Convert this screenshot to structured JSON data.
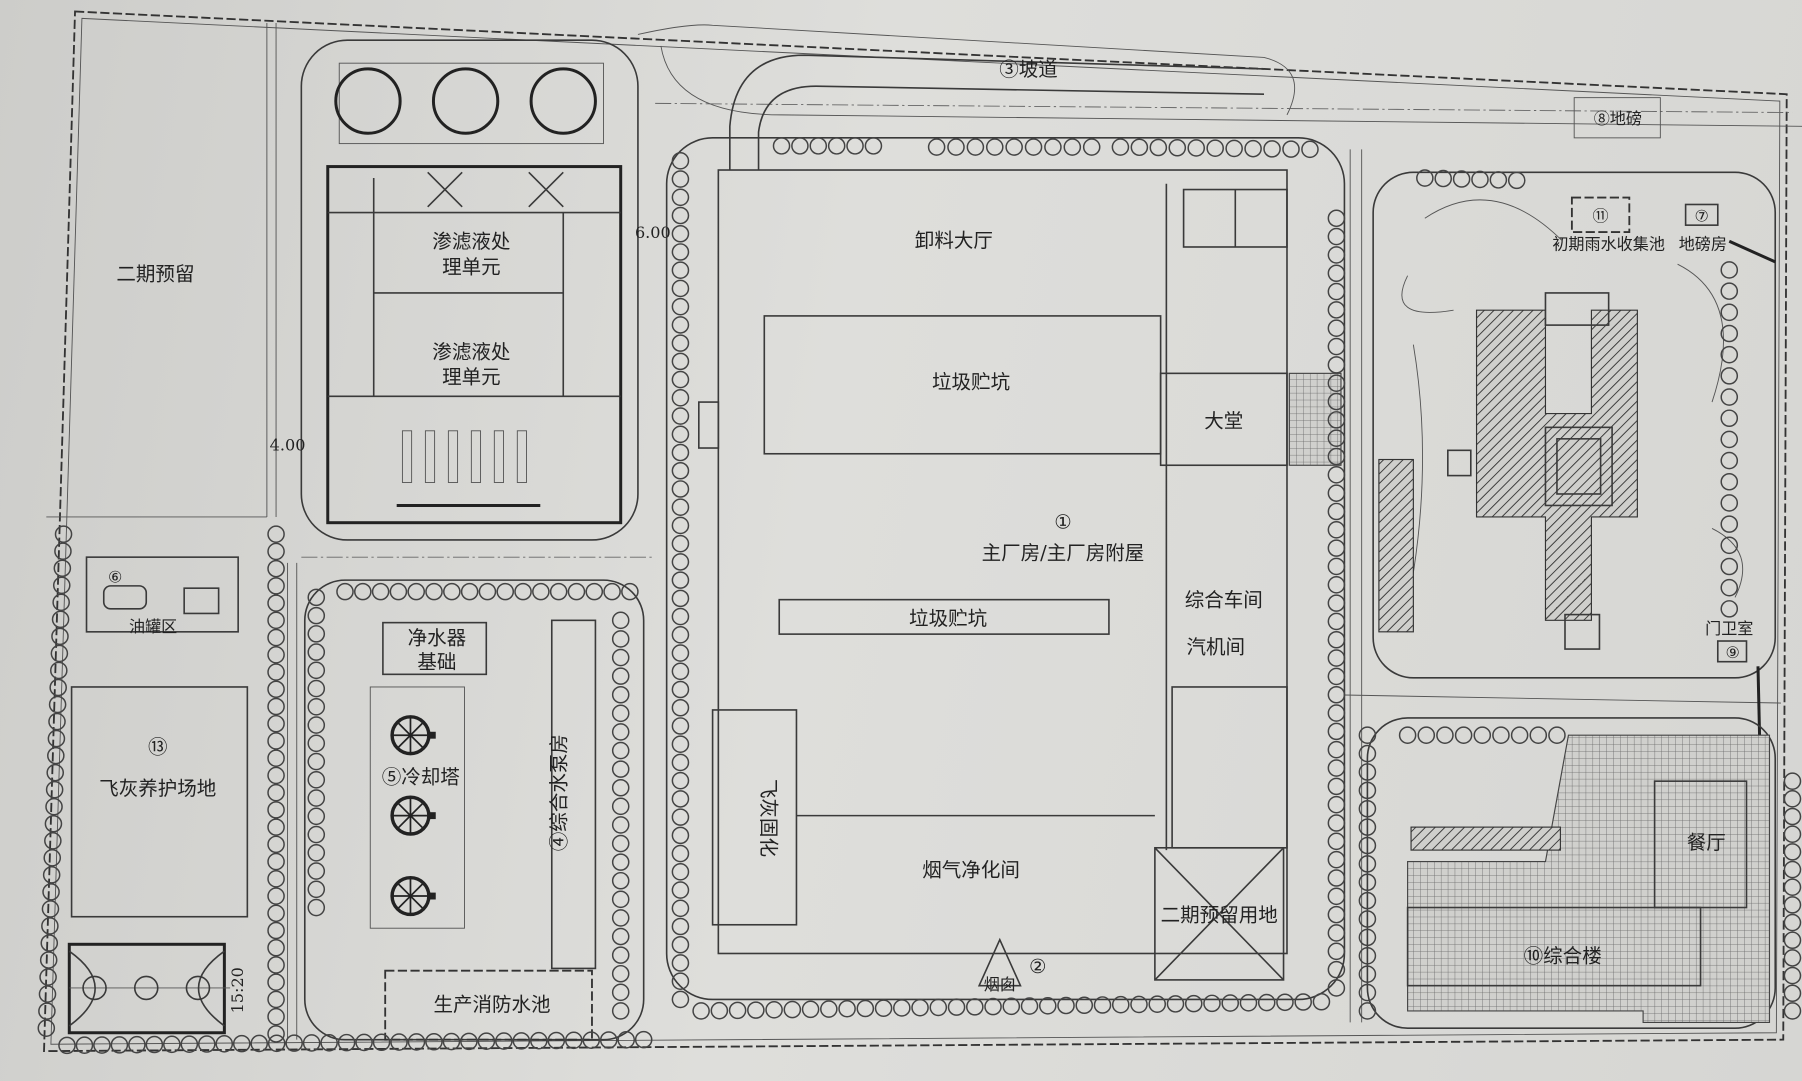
{
  "site_plan": {
    "reserve_phase2": "二期预留",
    "leachate_unit_1": [
      "渗滤液处",
      "理单元"
    ],
    "leachate_unit_2": [
      "渗滤液处",
      "理单元"
    ],
    "elevation_600": "6.00",
    "elevation_400": "4.00",
    "ramp": "③坡道",
    "weighbridge": "⑧地磅",
    "rain_pool_num": "⑪",
    "rain_pool": "初期雨水收集池",
    "weigh_house_num": "⑦",
    "weigh_house": "地磅房",
    "guard_room": "门卫室",
    "guard_room_num": "⑨",
    "unloading_hall": "卸料大厅",
    "waste_pit_1": "垃圾贮坑",
    "lobby": "大堂",
    "main_plant_num": "①",
    "main_plant": "主厂房/主厂房附屋",
    "waste_pit_2": "垃圾贮坑",
    "workshop": "综合车间",
    "turbine_hall": "汽机间",
    "fly_ash_solidify": "飞灰固化",
    "flue_gas": "烟气净化间",
    "phase2_land": "二期预留用地",
    "chimney": "烟囱",
    "chimney_num": "②",
    "canteen": "餐厅",
    "office_building": "⑩综合楼",
    "oil_tank_num": "⑥",
    "oil_tank": "油罐区",
    "fly_ash_yard_num": "⑬",
    "fly_ash_yard": "飞灰养护场地",
    "court_dim": "15:20",
    "water_purifier": [
      "净水器",
      "基础"
    ],
    "cooling_tower": "⑤冷却塔",
    "pump_house": "④综合水泵房",
    "fire_pool": "生产消防水池"
  }
}
